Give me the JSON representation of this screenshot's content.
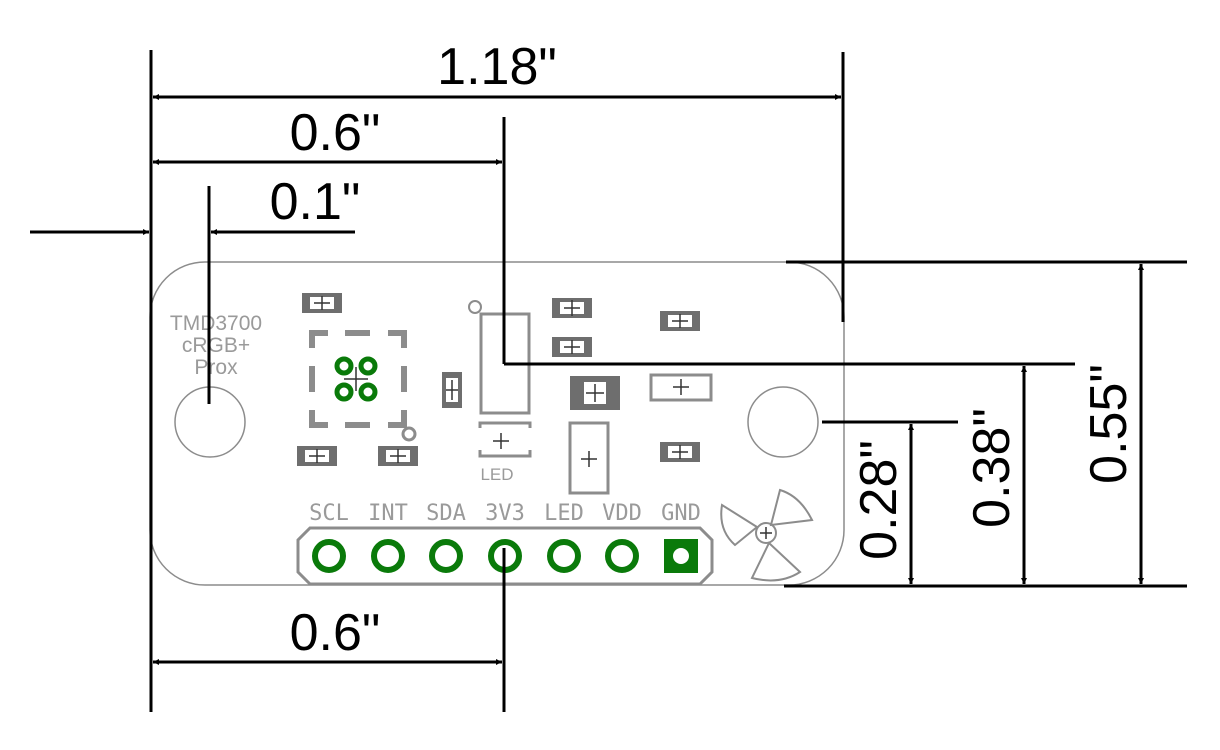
{
  "dimensions": {
    "total_width": "1.18\"",
    "center_top": "0.6\"",
    "hole_offset": "0.1\"",
    "center_bottom": "0.6\"",
    "hole_height": "0.28\"",
    "center_height": "0.38\"",
    "total_height": "0.55\""
  },
  "board": {
    "part_name": "TMD3700",
    "part_desc_1": "cRGB+",
    "part_desc_2": "Prox",
    "led_label": "LED",
    "pins": [
      "SCL",
      "INT",
      "SDA",
      "3V3",
      "LED",
      "VDD",
      "GND"
    ]
  },
  "colors": {
    "outline": "#8c8c8c",
    "pad_fill": "#6e6e6e",
    "via_green": "#0a7a0a",
    "dimension": "#000000"
  }
}
